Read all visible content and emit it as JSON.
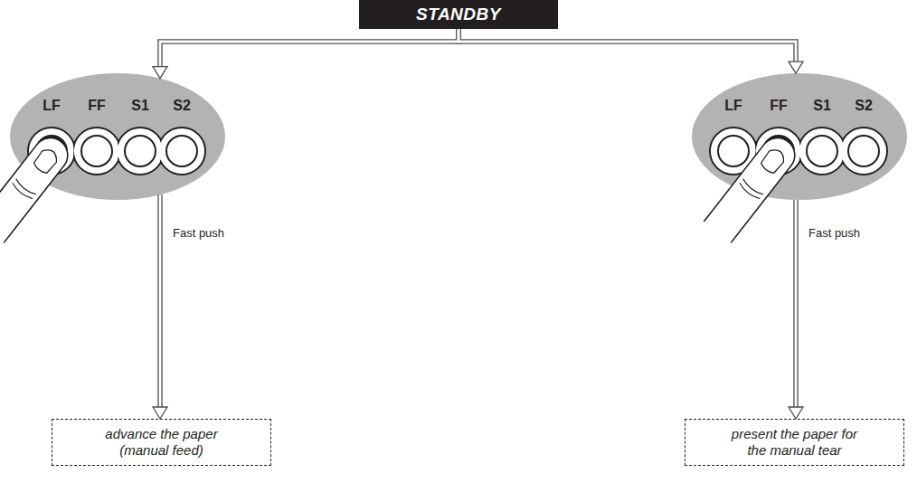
{
  "diagram": {
    "nodes": [
      {
        "text": [
          "STANDBY"
        ]
      },
      {
        "text": [
          "LF",
          "FF",
          "S1",
          "S2"
        ]
      },
      {
        "text": [
          "LF",
          "FF",
          "S1",
          "S2"
        ]
      },
      {
        "text": [
          "advance the paper (manual feed)"
        ]
      },
      {
        "text": [
          "present the paper for the manual tear"
        ]
      }
    ],
    "edges": [
      {
        "from": 0,
        "to": 1,
        "arrow": "to"
      },
      {
        "from": 0,
        "to": 2,
        "arrow": "to"
      },
      {
        "from": 1,
        "to": 3,
        "label": "Fast push",
        "arrow": "to"
      },
      {
        "from": 2,
        "to": 4,
        "label": "Fast push",
        "arrow": "to"
      }
    ]
  }
}
